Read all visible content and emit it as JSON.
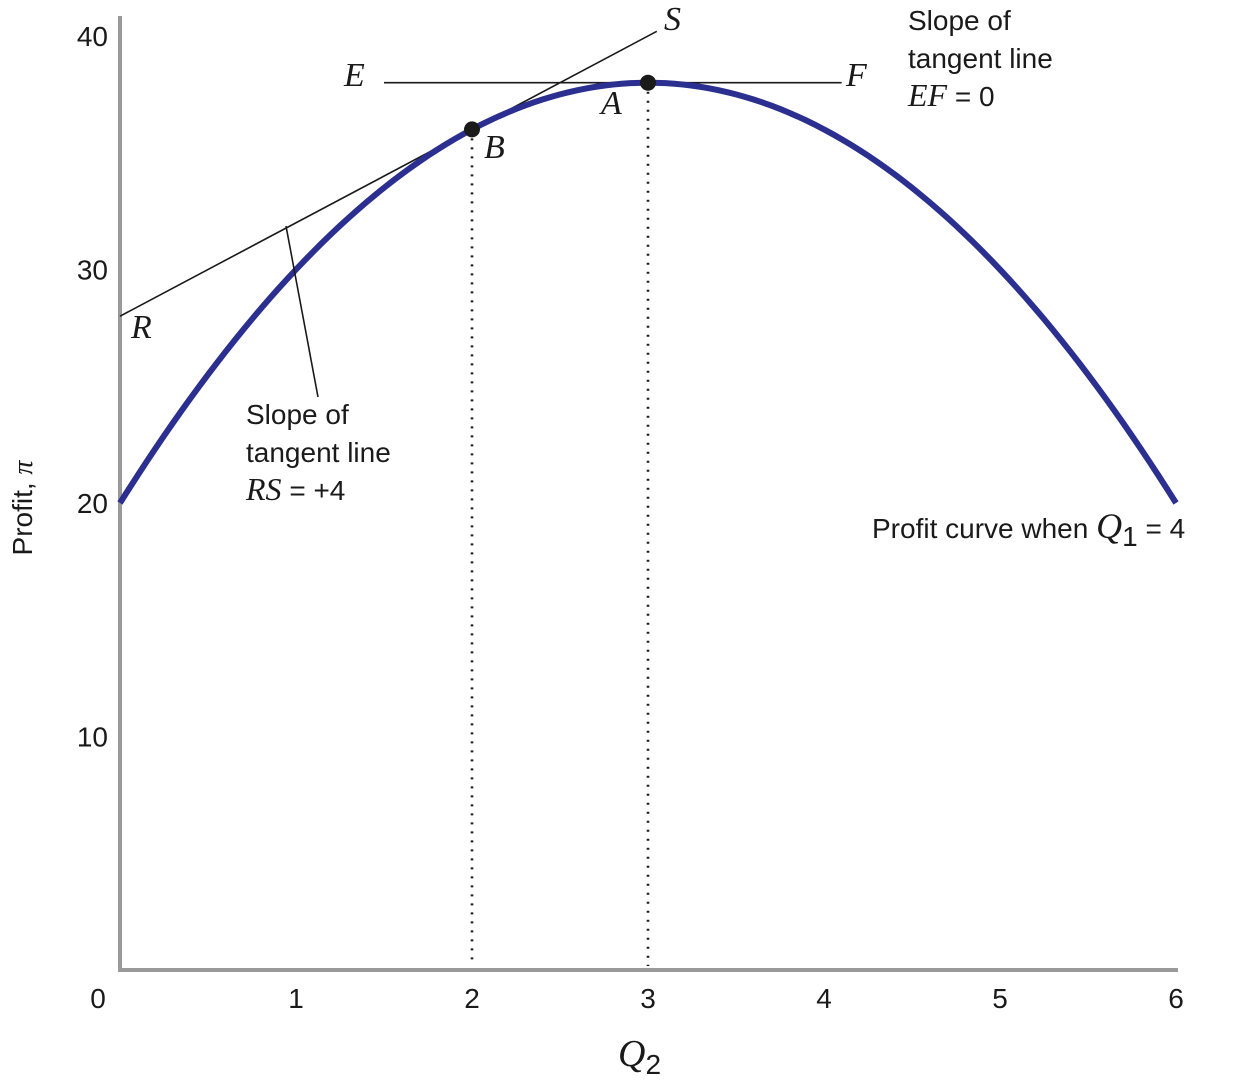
{
  "chart_data": {
    "type": "line",
    "xlabel_main": "Q",
    "xlabel_sub": "2",
    "ylabel": "Profit, ",
    "ylabel_symbol": "π",
    "xlim": [
      0,
      6
    ],
    "ylim": [
      0,
      40
    ],
    "x_ticks": [
      "0",
      "1",
      "2",
      "3",
      "4",
      "5",
      "6"
    ],
    "y_ticks": [
      "10",
      "20",
      "30",
      "40"
    ],
    "grid": false,
    "series": [
      {
        "equation": "pi = 20 + 12*Q2 - 2*Q2^2",
        "color": "#2b2f8f",
        "x": [
          0,
          0.5,
          1,
          1.5,
          2,
          2.5,
          3,
          3.5,
          4,
          4.5,
          5,
          5.5,
          6
        ],
        "y": [
          20,
          25.5,
          30,
          33.5,
          36,
          37.5,
          38,
          37.5,
          36,
          33.5,
          30,
          25.5,
          20
        ]
      }
    ],
    "curve_label": {
      "prefix": "Profit curve when ",
      "var": "Q",
      "sub": "1",
      "suffix": " = 4"
    },
    "points": [
      {
        "label": "A",
        "x": 3,
        "y": 38
      },
      {
        "label": "B",
        "x": 2,
        "y": 36
      }
    ],
    "tangent_lines": [
      {
        "name": "RS",
        "start_label": "R",
        "end_label": "S",
        "slope": 4,
        "x_range": [
          0,
          3.05
        ],
        "note_line1": "Slope of",
        "note_line2": "tangent line",
        "note_var": "RS",
        "note_value": " = +4"
      },
      {
        "name": "EF",
        "start_label": "E",
        "end_label": "F",
        "slope": 0,
        "x_range": [
          1.5,
          4.1
        ],
        "note_line1": "Slope of",
        "note_line2": "tangent line",
        "note_var": "EF",
        "note_value": " = 0"
      }
    ]
  }
}
